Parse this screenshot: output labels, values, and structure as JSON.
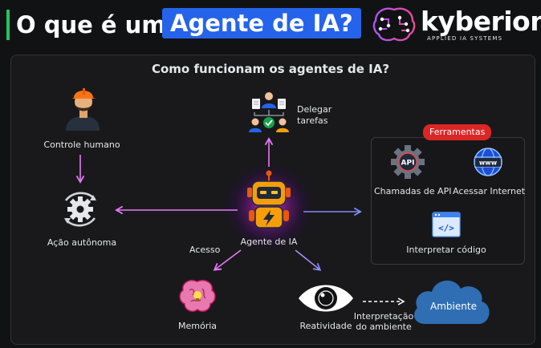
{
  "header": {
    "title_prefix": "O que é um",
    "title_highlight": "Agente de IA?",
    "brand_name": "kyberion",
    "brand_tagline": "APPLIED IA SYSTEMS",
    "accent_color": "#22c55e",
    "highlight_color": "#2563eb"
  },
  "diagram": {
    "title": "Como funcionam os agentes de IA?",
    "nodes": {
      "human": "Controle humano",
      "autonomy": "Ação autônoma",
      "delegate_line1": "Delegar",
      "delegate_line2": "tarefas",
      "agent": "Agente de IA",
      "memory": "Memória",
      "reactivity": "Reatividade",
      "environment": "Ambiente"
    },
    "edge_labels": {
      "access": "Acesso",
      "interpret_line1": "Interpretação",
      "interpret_line2": "do ambiente"
    },
    "tools": {
      "badge": "Ferramentas",
      "api_icon_text": "API",
      "api": "Chamadas de API",
      "web_icon_text": "www",
      "web": "Acessar Internet",
      "code_icon_text": "</>",
      "code": "Interpretar código",
      "badge_color": "#dc2626"
    },
    "icons": {
      "human": "worker-icon",
      "autonomy": "gear-icon",
      "delegate": "team-icon",
      "agent": "robot-icon",
      "memory": "brain-icon",
      "reactivity": "eye-icon",
      "environment": "cloud-icon",
      "api": "api-gear-icon",
      "web": "globe-icon",
      "code": "code-window-icon"
    }
  }
}
